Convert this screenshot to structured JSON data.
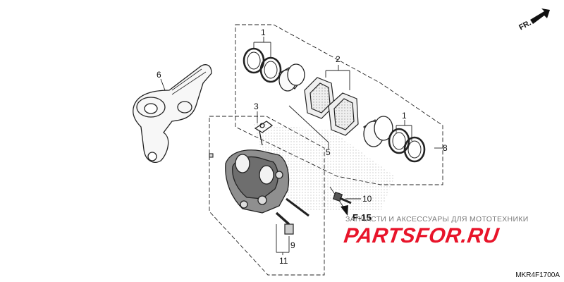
{
  "direction_label": "FR.",
  "callouts": {
    "c1a": "1",
    "c1b": "1",
    "c2": "2",
    "c3": "3",
    "c5": "5",
    "c6": "6",
    "c8": "8",
    "c9": "9",
    "c10": "10",
    "c11": "11"
  },
  "reference_label": "F-15",
  "watermark": {
    "subtitle": "ЗАПЧАСТИ И АКСЕССУАРЫ ДЛЯ МОТОТЕХНИКИ",
    "brand": "PARTSFOR.RU"
  },
  "diagram_code": "MKR4F1700A"
}
